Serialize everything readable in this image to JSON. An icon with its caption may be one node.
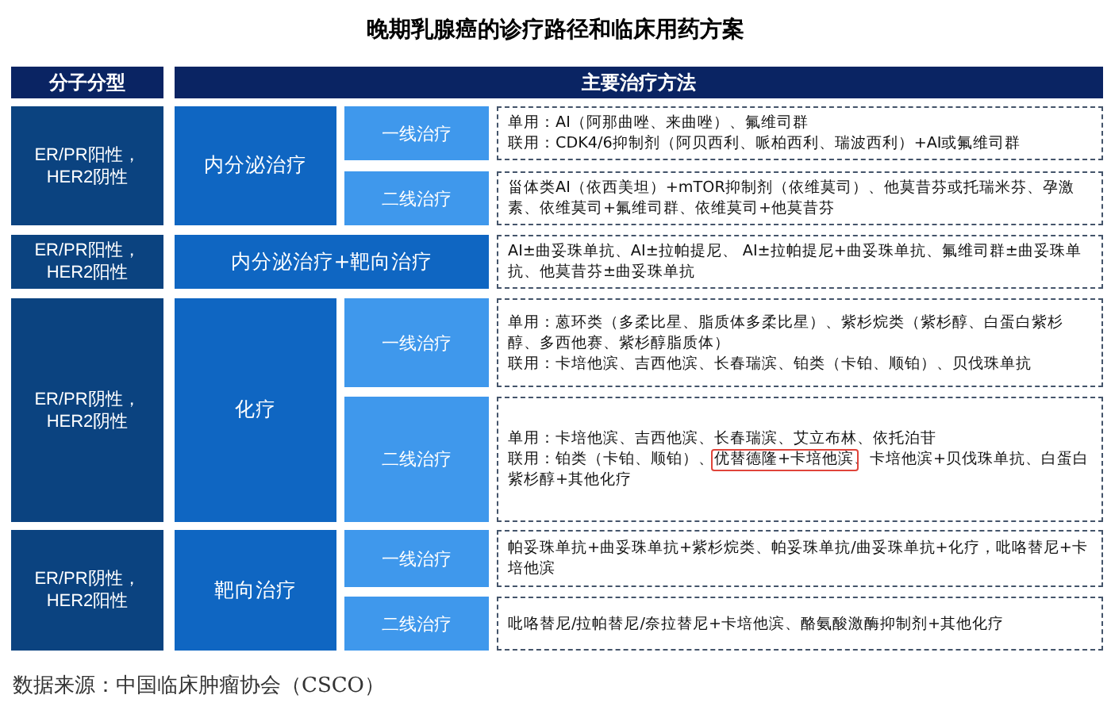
{
  "diagram": {
    "title": "晚期乳腺癌的诊疗路径和临床用药方案",
    "caption": "数据来源：中国临床肿瘤协会（CSCO）",
    "labels": [
      "分子分型",
      "主要治疗方法",
      "ER/PR阳性，HER2阴性",
      "内分泌治疗",
      "一线治疗",
      "单用：AI（阿那曲唑、来曲唑）、氟维司群",
      "联用：CDK4/6抑制剂（阿贝西利、哌柏西利、瑞波西利）+AI或氟维司群",
      "二线治疗",
      "甾体类AI（依西美坦）+mTOR抑制剂（依维莫司）、他莫昔芬或托瑞米芬、孕激素、依维莫司+氟维司群、依维莫司+他莫昔芬",
      "ER/PR阳性，HER2阳性",
      "内分泌治疗+靶向治疗",
      "AI±曲妥珠单抗、AI±拉帕提尼、 AI±拉帕提尼+曲妥珠单抗、氟维司群±曲妥珠单抗、他莫昔芬±曲妥珠单抗",
      "ER/PR阴性，HER2阴性",
      "化疗",
      "一线治疗",
      "单用：蒽环类（多柔比星、脂质体多柔比星）、紫杉烷类（紫杉醇、白蛋白紫杉醇、多西他赛、紫杉醇脂质体）",
      "联用：卡培他滨、吉西他滨、长春瑞滨、铂类（卡铂、顺铂）、贝伐珠单抗",
      "二线治疗",
      "单用：卡培他滨、吉西他滨、长春瑞滨、艾立布林、依托泊苷",
      "联用：铂类（卡铂、顺铂）、优替德隆+卡培他滨、卡培他滨+贝伐珠单抗、白蛋白紫杉醇+其他化疗",
      "ER/PR阴性，HER2阳性",
      "靶向治疗",
      "一线治疗",
      "帕妥珠单抗+曲妥珠单抗+紫杉烷类、帕妥珠单抗/曲妥珠单抗+化疗，吡咯替尼+卡培他滨",
      "二线治疗",
      "吡咯替尼/拉帕替尼/奈拉替尼+卡培他滨、酪氨酸激酶抑制剂+其他化疗"
    ]
  }
}
